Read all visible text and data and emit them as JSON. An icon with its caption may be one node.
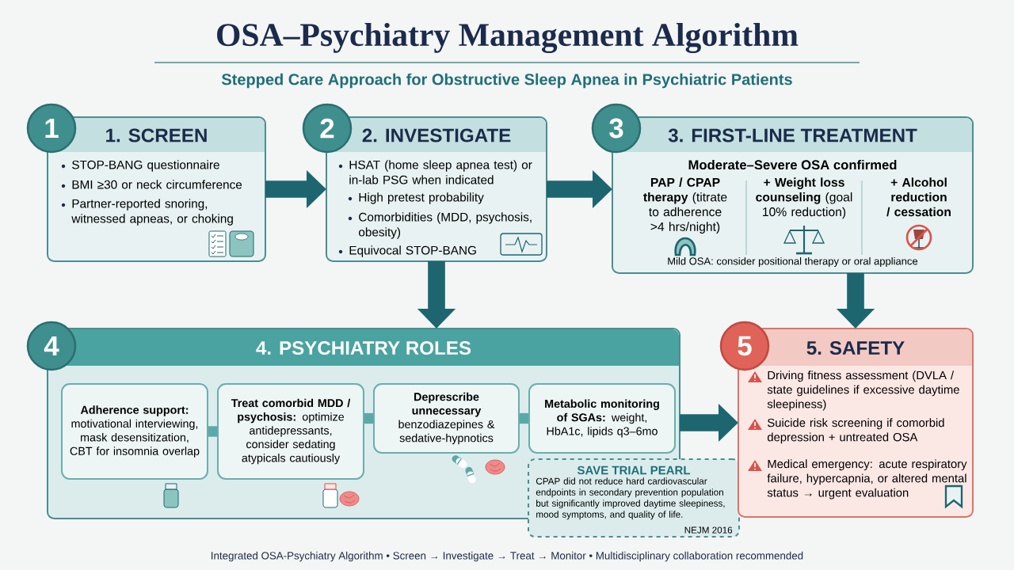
{
  "diagram": {
    "title": "OSA–Psychiatry Management Algorithm",
    "caption": "Integrated OSA-Psychiatry Algorithm • Screen → Investigate → Treat → Monitor • Multidisciplinary collaboration recommended",
    "labels": [
      "Stepped Care Approach for Obstructive Sleep Apnea in Psychiatric Patients"
    ],
    "nodes": [
      {
        "text": [
          "1"
        ]
      },
      {
        "text": [
          "1. SCREEN",
          "STOP-BANG questionnaire",
          "BMI ≥30 or neck circumference",
          "Partner-reported snoring, witnessed apneas, or choking"
        ]
      },
      {
        "text": [
          "2"
        ]
      },
      {
        "text": [
          "2. INVESTIGATE",
          "HSAT (home sleep apnea test) or in-lab PSG when indicated",
          "High pretest probability",
          "Comorbidities (MDD, psychosis, obesity)",
          "Equivocal STOP-BANG"
        ]
      },
      {
        "text": [
          "3"
        ]
      },
      {
        "text": [
          "3. FIRST-LINE TREATMENT",
          "Moderate–Severe OSA confirmed",
          "**PAP / CPAP therapy** (titrate to adherence >4 hrs/night)",
          "**+ Weight loss counseling** (goal 10% reduction)",
          "+ Alcohol reduction / cessation",
          "Mild OSA: consider positional therapy or oral appliance"
        ]
      },
      {
        "text": [
          "4"
        ]
      },
      {
        "text": [
          "4. PSYCHIATRY ROLES"
        ]
      },
      {
        "text": [
          "**Adherence support:** motivational interviewing, mask desensitization, CBT for insomnia overlap"
        ],
        "in": 7
      },
      {
        "text": [
          "**Treat comorbid MDD / psychosis:** optimize antidepressants, consider sedating atypicals cautiously"
        ],
        "in": 7
      },
      {
        "text": [
          "**Deprescribe unnecessary** benzodiazepines & sedative-hypnotics"
        ],
        "in": 7
      },
      {
        "text": [
          "**Metabolic monitoring of SGAs:** weight, HbA1c, lipids q3–6mo"
        ],
        "in": 7
      },
      {
        "text": [
          "SAVE TRIAL PEARL",
          "CPAP did not reduce hard cardiovascular endpoints in secondary prevention population but significantly improved daytime sleepiness, mood symptoms, and quality of life.",
          "NEJM 2016"
        ]
      },
      {
        "text": [
          "5"
        ]
      },
      {
        "text": [
          "5. SAFETY",
          "Driving fitness assessment (DVLA / state guidelines if excessive daytime sleepiness)",
          "Suicide risk screening if comorbid depression + untreated OSA",
          "Medical emergency: acute respiratory failure, hypercapnia, or altered mental status → urgent evaluation"
        ]
      }
    ],
    "edges": [
      {
        "from": 1,
        "to": 3,
        "arrow": "to"
      },
      {
        "from": 3,
        "to": 5,
        "arrow": "to"
      },
      {
        "from": 3,
        "to": 7,
        "arrow": "to"
      },
      {
        "from": 5,
        "to": 14,
        "arrow": "to"
      },
      {
        "from": 7,
        "to": 14,
        "arrow": "to"
      },
      {
        "from": 8,
        "to": 9,
        "arrow": "none"
      },
      {
        "from": 9,
        "to": 10,
        "arrow": "none"
      },
      {
        "from": 10,
        "to": 11,
        "arrow": "none"
      }
    ]
  }
}
